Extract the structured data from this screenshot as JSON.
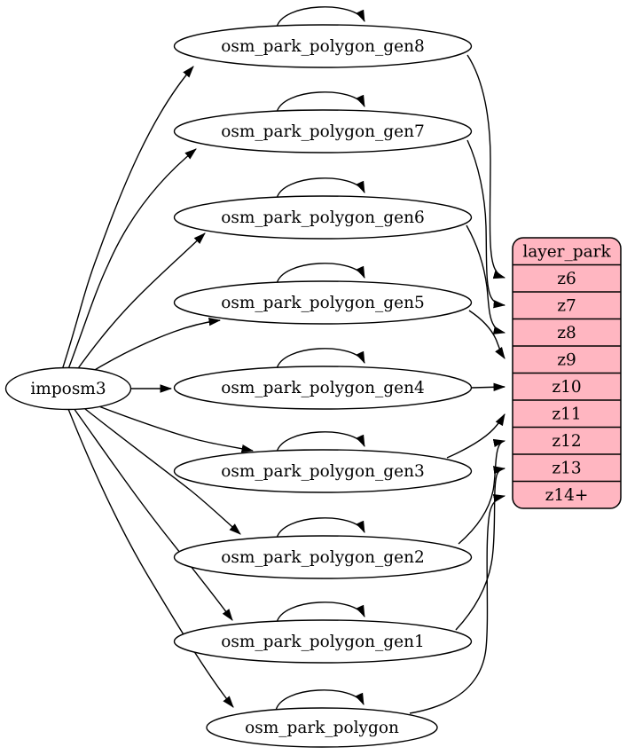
{
  "diagram": {
    "background_color": "#ffffff",
    "node_fill": "#ffffff",
    "line_color": "#000000",
    "source_node": {
      "label": "imposm3"
    },
    "tables": [
      {
        "label": "osm_park_polygon_gen8",
        "maps_to": "z6"
      },
      {
        "label": "osm_park_polygon_gen7",
        "maps_to": "z7"
      },
      {
        "label": "osm_park_polygon_gen6",
        "maps_to": "z8"
      },
      {
        "label": "osm_park_polygon_gen5",
        "maps_to": "z9"
      },
      {
        "label": "osm_park_polygon_gen4",
        "maps_to": "z10"
      },
      {
        "label": "osm_park_polygon_gen3",
        "maps_to": "z11"
      },
      {
        "label": "osm_park_polygon_gen2",
        "maps_to": "z12"
      },
      {
        "label": "osm_park_polygon_gen1",
        "maps_to": "z13"
      },
      {
        "label": "osm_park_polygon",
        "maps_to": "z14+"
      }
    ],
    "layer_record": {
      "title": "layer_park",
      "fill": "#ffb6c1",
      "stroke": "#000000",
      "rows": [
        "z6",
        "z7",
        "z8",
        "z9",
        "z10",
        "z11",
        "z12",
        "z13",
        "z14+"
      ]
    }
  }
}
